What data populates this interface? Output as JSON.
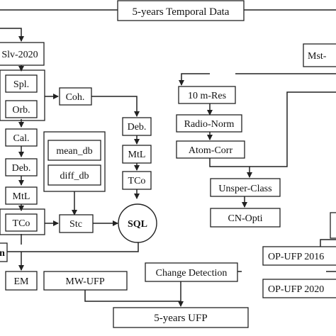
{
  "header": {
    "title": "5-years Temporal Data"
  },
  "sources": {
    "sentinel": "Slv-2020",
    "multispectral": "Mst-"
  },
  "sar_chain": {
    "steps": [
      "Spl.",
      "Orb.",
      "Cal.",
      "Deb.",
      "MtL",
      "TCo"
    ],
    "coherence": "Coh.",
    "coh_steps": [
      "Deb.",
      "MtL",
      "TCo"
    ],
    "db_inputs": [
      "mean_db",
      "diff_db"
    ],
    "stack": "Stc",
    "database": "SQL",
    "em": "EM",
    "mw_ufp": "MW-UFP",
    "partial_label": "n"
  },
  "optical_chain": {
    "steps": [
      "10 m-Res",
      "Radio-Norm",
      "Atom-Corr"
    ],
    "classification": "Unsper-Class",
    "optimization": "CN-Opti",
    "ufp_2016": "OP-UFP 2016",
    "ufp_2020": "OP-UFP 2020"
  },
  "results": {
    "change_detection": "Change Detection",
    "final": "5-years UFP"
  }
}
